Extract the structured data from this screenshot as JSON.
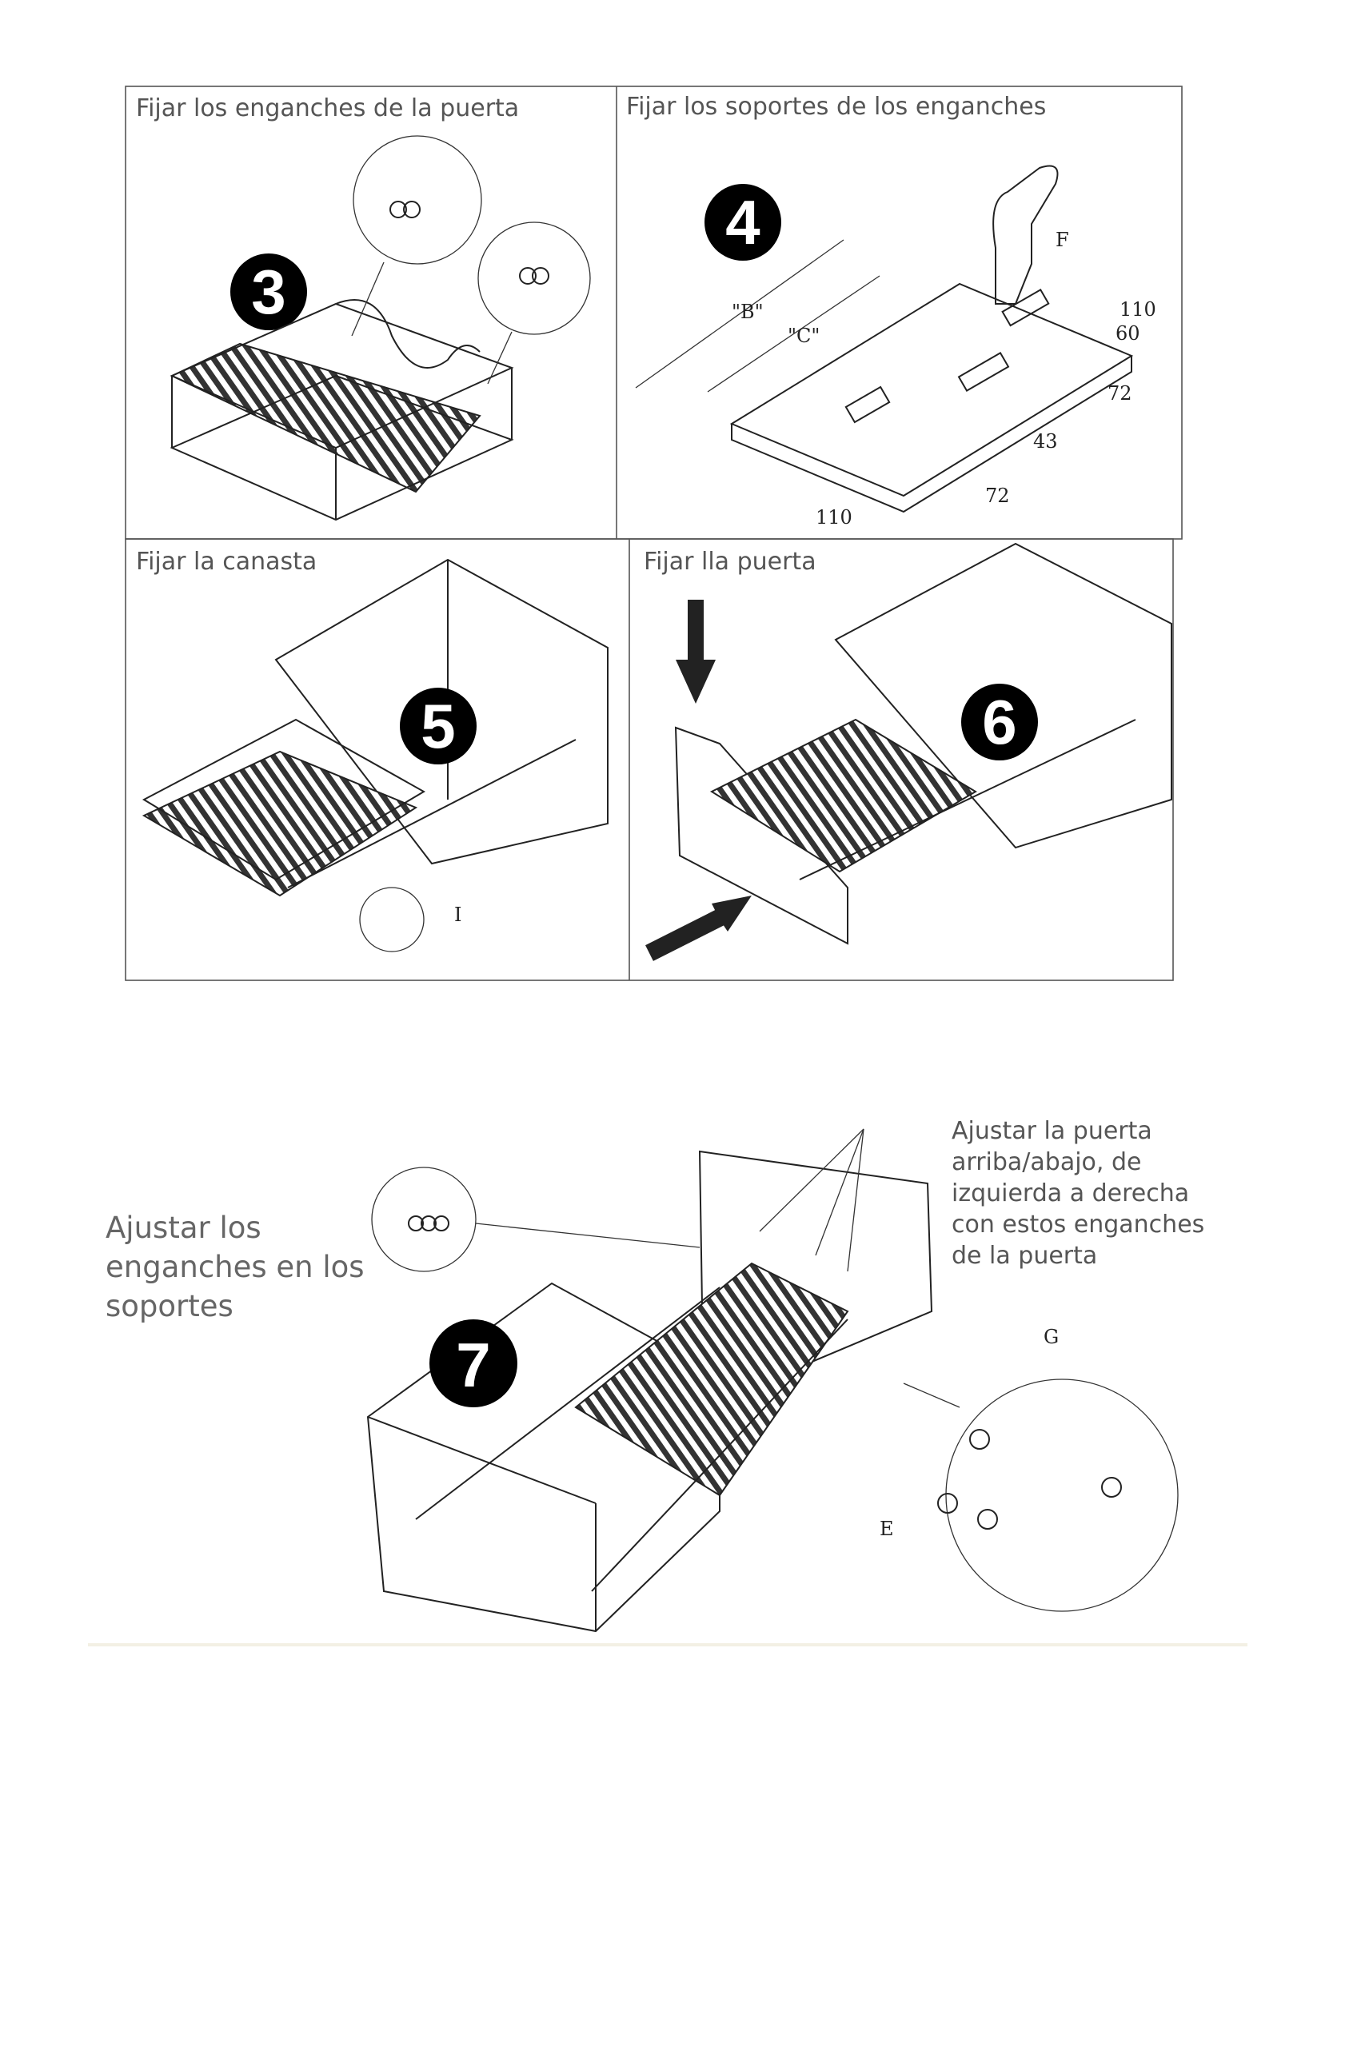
{
  "panels": [
    {
      "step": "3",
      "title": "Fijar los enganches de la puerta"
    },
    {
      "step": "4",
      "title": "Fijar los soportes de los enganches",
      "labels": {
        "b": "\"B\"",
        "c": "\"C\"",
        "f": "F",
        "d110a": "110",
        "d60": "60",
        "d72a": "72",
        "d43": "43",
        "d72b": "72",
        "d110b": "110"
      }
    },
    {
      "step": "5",
      "title": "Fijar la canasta",
      "labels": {
        "i": "I"
      }
    },
    {
      "step": "6",
      "title": "Fijar lla puerta"
    }
  ],
  "step7": {
    "step": "7",
    "left_text": [
      "Ajustar los",
      "enganches en los",
      "soportes"
    ],
    "right_text": [
      "Ajustar la puerta",
      "arriba/abajo, de",
      "izquierda a derecha",
      "con estos enganches",
      "de la puerta"
    ],
    "labels": {
      "g": "G",
      "e": "E"
    }
  }
}
